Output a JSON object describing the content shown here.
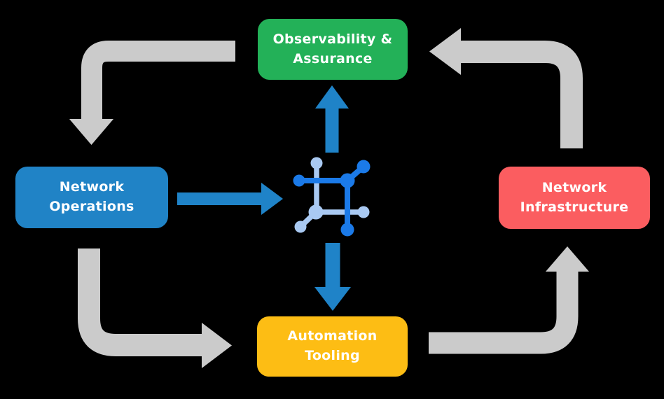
{
  "diagram": {
    "description": "Closed-loop network automation cycle diagram",
    "background": "#000000"
  },
  "nodes": {
    "observability": {
      "line1": "Observability &",
      "line2": "Assurance",
      "color": "#23b158"
    },
    "operations": {
      "line1": "Network",
      "line2": "Operations",
      "color": "#2083c6"
    },
    "infrastructure": {
      "line1": "Network",
      "line2": "Infrastructure",
      "color": "#fb5d60"
    },
    "automation": {
      "line1": "Automation",
      "line2": "Tooling",
      "color": "#fdbd14"
    }
  },
  "edges": [
    {
      "from": "observability",
      "to": "operations",
      "style": "gray-elbow",
      "direction": "down"
    },
    {
      "from": "operations",
      "to": "automation",
      "style": "gray-elbow",
      "direction": "right"
    },
    {
      "from": "automation",
      "to": "infrastructure",
      "style": "gray-elbow",
      "direction": "up"
    },
    {
      "from": "infrastructure",
      "to": "observability",
      "style": "gray-elbow",
      "direction": "left"
    },
    {
      "from": "operations",
      "to": "center-icon",
      "style": "blue-straight",
      "direction": "right"
    },
    {
      "from": "center-icon",
      "to": "observability",
      "style": "blue-straight",
      "direction": "up"
    },
    {
      "from": "center-icon",
      "to": "automation",
      "style": "blue-straight",
      "direction": "down"
    }
  ],
  "icons": {
    "center": "network-fabric-icon"
  },
  "colors": {
    "arrow_gray": "#cbcbcb",
    "arrow_blue": "#1f83c8",
    "icon_dark": "#1b7ae8",
    "icon_light": "#a9c9f2"
  }
}
